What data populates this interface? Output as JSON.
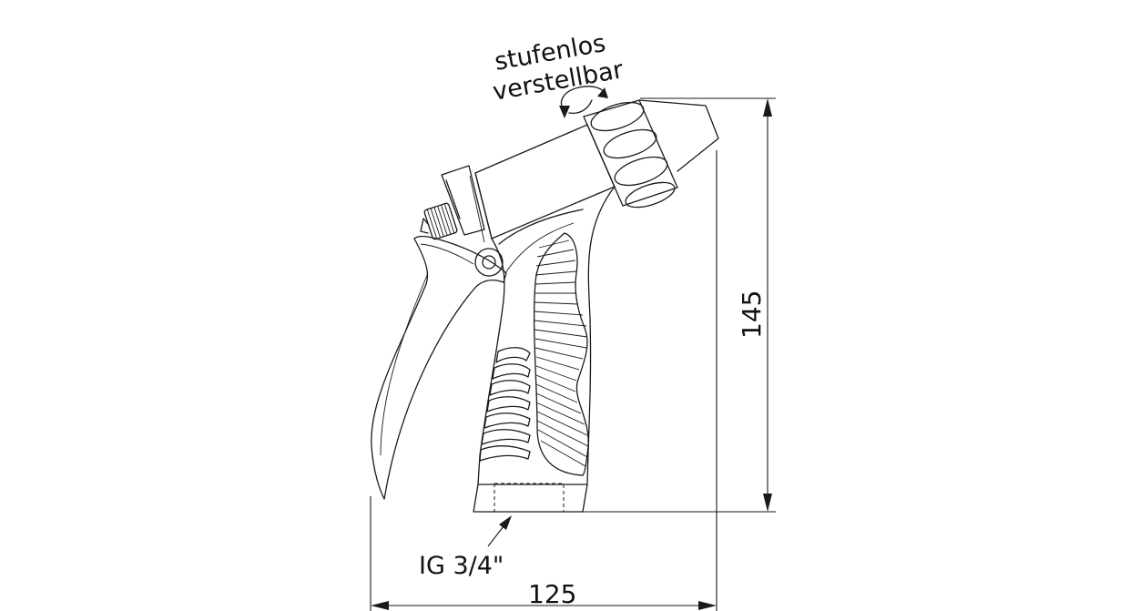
{
  "annotations": {
    "adjust_line1": "stufenlos",
    "adjust_line2": "verstellbar",
    "thread": "IG 3/4\""
  },
  "dimensions": {
    "height": "145",
    "width": "125"
  },
  "icons": {
    "adjust": "rotate-arrows-icon"
  }
}
